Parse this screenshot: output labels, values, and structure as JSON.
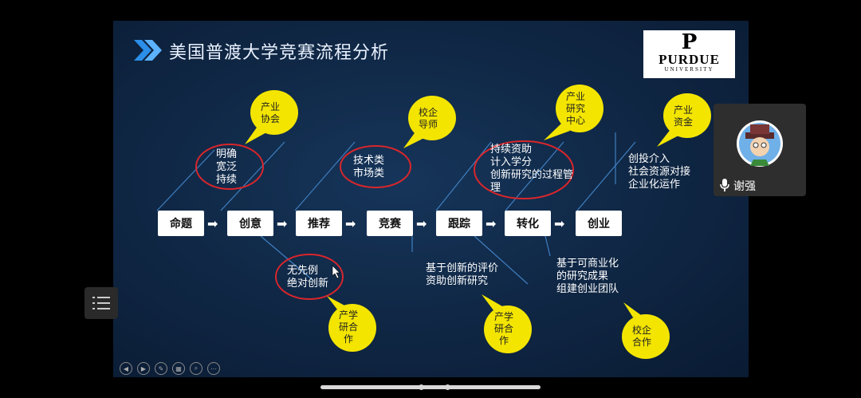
{
  "slide": {
    "title": "美国普渡大学竞赛流程分析",
    "logo": {
      "p": "P",
      "name": "PURDUE",
      "sub": "UNIVERSITY"
    }
  },
  "flow": {
    "steps": [
      "命题",
      "创意",
      "推荐",
      "竞赛",
      "跟踪",
      "转化",
      "创业"
    ]
  },
  "notes": {
    "n1": "明确\n宽泛\n持续",
    "n2": "技术类\n市场类",
    "n3": "持续资助\n计入学分\n创新研究的过程管\n理",
    "n4": "创投介入\n社会资源对接\n企业化运作",
    "n5": "无先例\n绝对创新",
    "n6": "基于创新的评价\n资助创新研究",
    "n7": "基于可商业化\n的研究成果\n组建创业团队"
  },
  "bubbles": {
    "b1": "产业\n协会",
    "b2": "校企\n导师",
    "b3": "产业\n研究\n中心",
    "b4": "产业\n资金",
    "b5": "产学\n研合\n作",
    "b6": "产学\n研合\n作",
    "b7": "校企\n合作"
  },
  "participant": {
    "name": "谢强"
  },
  "colors": {
    "bubble": "#f3e500",
    "circle": "#d9262b",
    "slide_bg": "#0f2643"
  }
}
